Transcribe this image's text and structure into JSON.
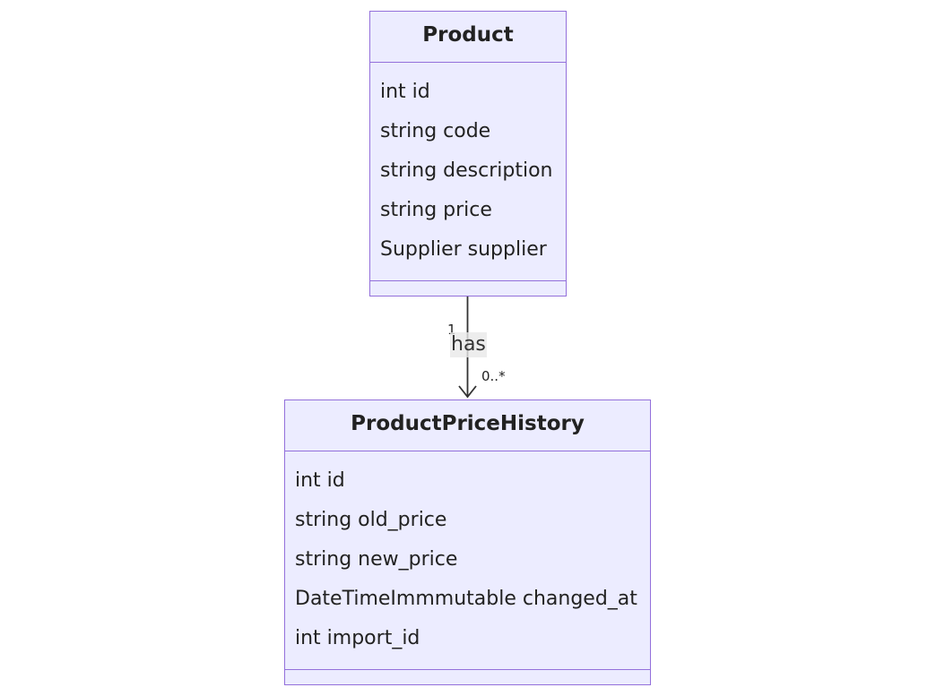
{
  "classes": {
    "product": {
      "name": "Product",
      "attributes": [
        "int id",
        "string code",
        "string description",
        "string price",
        "Supplier supplier"
      ]
    },
    "history": {
      "name": "ProductPriceHistory",
      "attributes": [
        "int id",
        "string old_price",
        "string new_price",
        "DateTimeImmmutable changed_at",
        "int import_id"
      ]
    }
  },
  "relation": {
    "label": "has",
    "from_cardinality": "1",
    "to_cardinality": "0..*"
  },
  "colors": {
    "box_fill": "#ececff",
    "box_stroke": "#9370db",
    "edge": "#333333",
    "label_bg": "#e8e8e8"
  }
}
